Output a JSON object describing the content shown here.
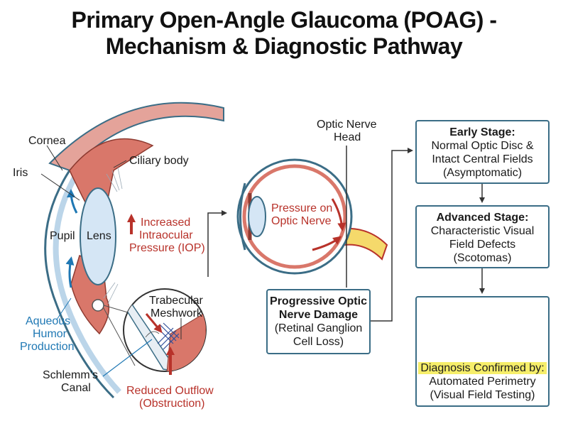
{
  "title": {
    "line1": "Primary Open-Angle Glaucoma (POAG) -",
    "line2": "Mechanism & Diagnostic Pathway"
  },
  "eye_labels": {
    "cornea": "Cornea",
    "iris": "Iris",
    "ciliary_body": "Ciliary body",
    "pupil": "Pupil",
    "lens": "Lens",
    "iop_line1": "Increased",
    "iop_line2": "Intraocular",
    "iop_line3": "Pressure (IOP)",
    "aqueous_line1": "Aqueous",
    "aqueous_line2": "Humor",
    "aqueous_line3": "Production",
    "trabecular_line1": "Trabecular",
    "trabecular_line2": "Meshwork",
    "schlemm_line1": "Schlemm’s",
    "schlemm_line2": "Canal",
    "outflow_line1": "Reduced Outflow",
    "outflow_line2": "(Obstruction)"
  },
  "nerve_labels": {
    "onh_line1": "Optic Nerve",
    "onh_line2": "Head",
    "pressure_line1": "Pressure on",
    "pressure_line2": "Optic Nerve"
  },
  "damage_box": {
    "head_line1": "Progressive Optic",
    "head_line2": "Nerve Damage",
    "body_line1": "(Retinal Ganglion",
    "body_line2": "Cell Loss)"
  },
  "early_box": {
    "head": "Early Stage:",
    "line1": "Normal Optic Disc &",
    "line2": "Intact Central Fields",
    "line3": "(Asymptomatic)"
  },
  "advanced_box": {
    "head": "Advanced Stage:",
    "line1": "Characteristic Visual",
    "line2": "Field Defects",
    "line3": "(Scotomas)"
  },
  "diagnosis_box": {
    "highlight": "Diagnosis Confirmed by:",
    "line1": "Automated Perimetry",
    "line2": "(Visual Field Testing)"
  },
  "colors": {
    "blue": "#1f78b4",
    "red": "#b8322a",
    "outline": "#3b6d86",
    "tissue": "#d9776a",
    "lens": "#d5e6f5",
    "highlight": "#f6ee6a"
  }
}
